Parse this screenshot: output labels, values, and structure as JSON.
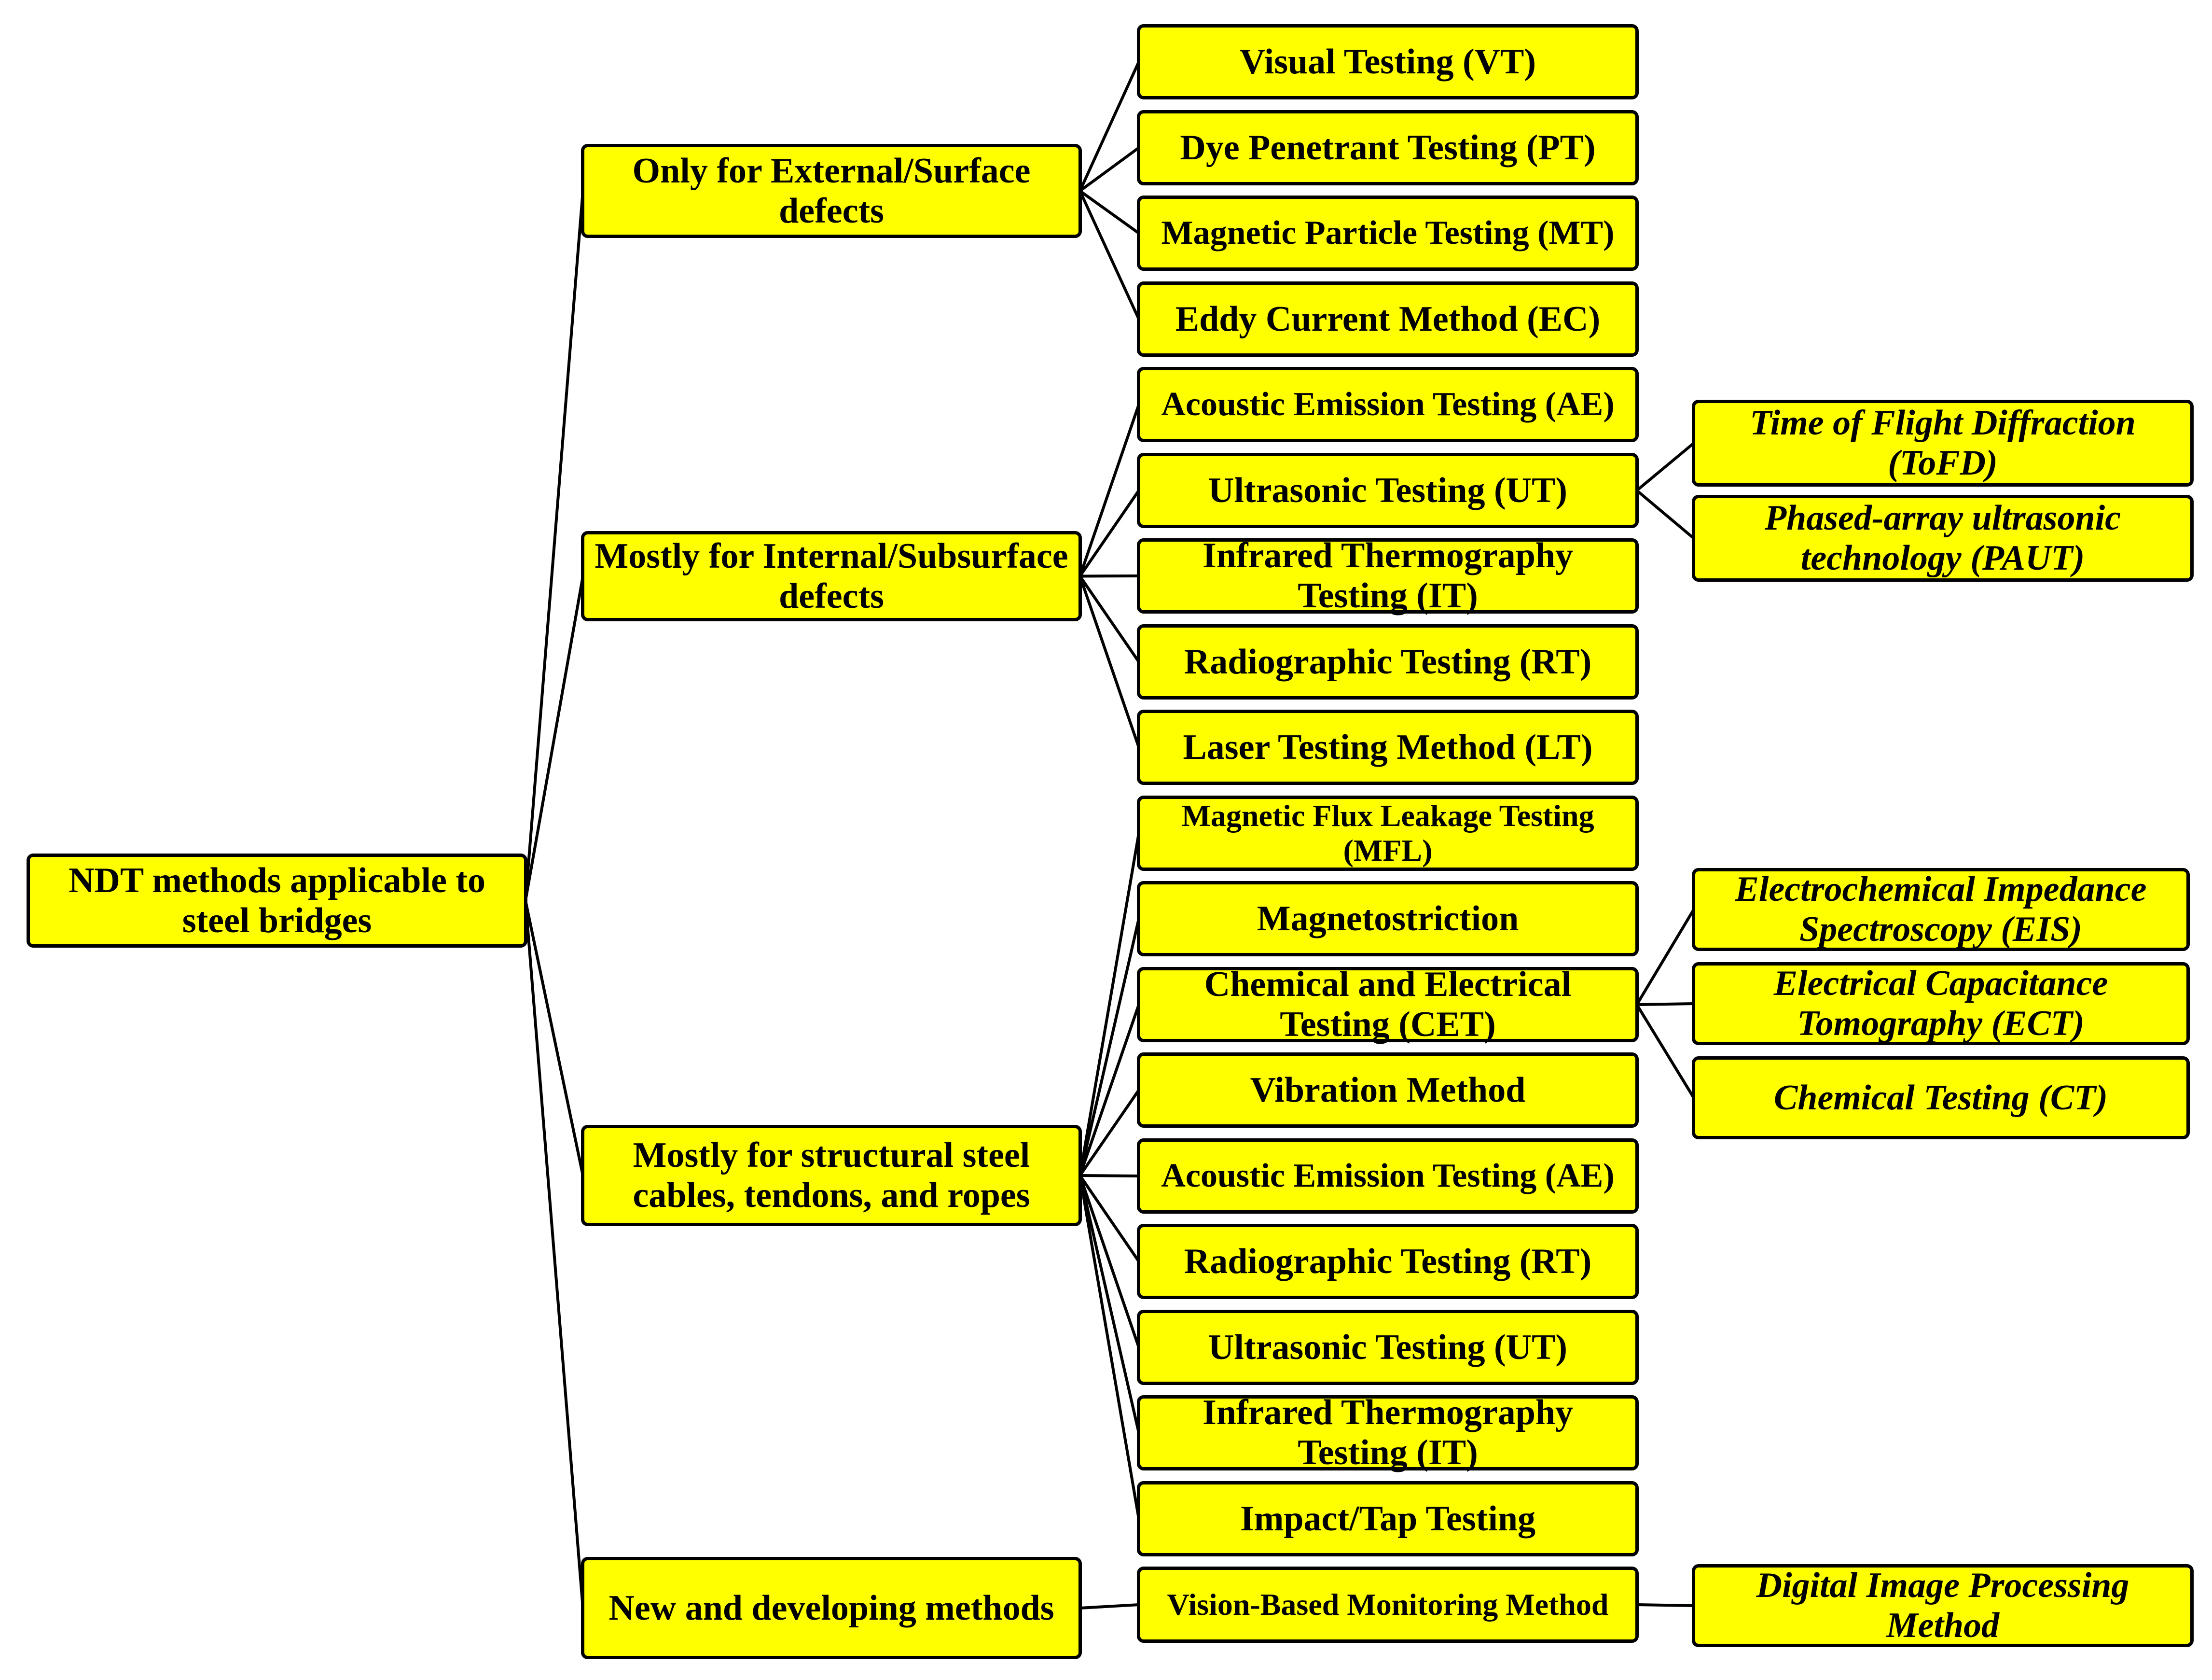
{
  "colors": {
    "box_fill": "#ffff00",
    "box_border": "#000000",
    "connector": "#000000"
  },
  "root": {
    "label": "NDT methods applicable to steel bridges"
  },
  "categories": [
    {
      "label": "Only for External/Surface defects",
      "methods": [
        {
          "label": "Visual Testing (VT)"
        },
        {
          "label": "Dye Penetrant Testing (PT)"
        },
        {
          "label": "Magnetic Particle Testing (MT)"
        },
        {
          "label": "Eddy Current Method (EC)"
        }
      ]
    },
    {
      "label": "Mostly for Internal/Subsurface defects",
      "methods": [
        {
          "label": "Acoustic Emission Testing (AE)"
        },
        {
          "label": "Ultrasonic Testing (UT)",
          "subs": [
            {
              "label": "Time of Flight Diffraction (ToFD)"
            },
            {
              "label": "Phased-array ultrasonic technology (PAUT)"
            }
          ]
        },
        {
          "label": "Infrared Thermography Testing (IT)"
        },
        {
          "label": "Radiographic Testing (RT)"
        },
        {
          "label": "Laser Testing Method (LT)"
        }
      ]
    },
    {
      "label": "Mostly for structural steel cables, tendons, and ropes",
      "methods": [
        {
          "label": "Magnetic Flux Leakage Testing (MFL)"
        },
        {
          "label": "Magnetostriction"
        },
        {
          "label": "Chemical and Electrical Testing (CET)",
          "subs": [
            {
              "label": "Electrochemical Impedance Spectroscopy (EIS)"
            },
            {
              "label": "Electrical Capacitance Tomography (ECT)"
            },
            {
              "label": "Chemical Testing (CT)"
            }
          ]
        },
        {
          "label": "Vibration Method"
        },
        {
          "label": "Acoustic Emission Testing (AE)"
        },
        {
          "label": "Radiographic Testing (RT)"
        },
        {
          "label": "Ultrasonic Testing (UT)"
        },
        {
          "label": "Infrared Thermography Testing (IT)"
        },
        {
          "label": "Impact/Tap Testing"
        }
      ]
    },
    {
      "label": "New and developing methods",
      "methods": [
        {
          "label": "Vision-Based Monitoring Method",
          "subs": [
            {
              "label": "Digital Image Processing Method"
            }
          ]
        }
      ]
    }
  ]
}
